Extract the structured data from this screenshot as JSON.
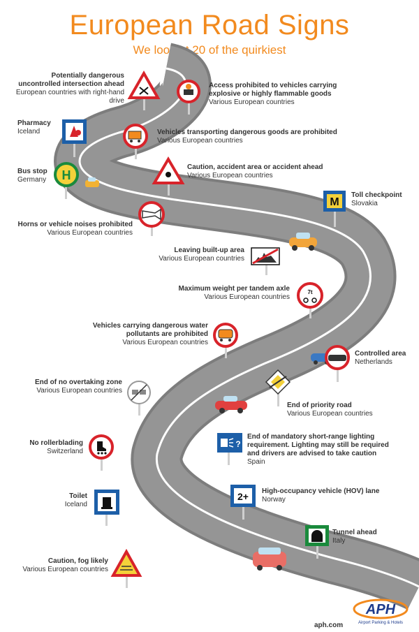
{
  "header": {
    "title": "European Road Signs",
    "subtitle": "We look at 20 of the quirkiest"
  },
  "signs": [
    {
      "title": "Potentially dangerous uncontrolled intersection ahead",
      "sub": "European countries with right-hand drive",
      "icon": "intersection-warning-sign-icon"
    },
    {
      "title": "Access prohibited to vehicles carrying explosive or highly flammable goods",
      "sub": "Various European countries",
      "icon": "explosives-prohibited-sign-icon"
    },
    {
      "title": "Pharmacy",
      "sub": "Iceland",
      "icon": "pharmacy-sign-icon"
    },
    {
      "title": "Vehicles transporting dangerous goods are prohibited",
      "sub": "Various European countries",
      "icon": "dangerous-goods-prohibited-sign-icon"
    },
    {
      "title": "Bus stop",
      "sub": "Germany",
      "icon": "bus-stop-sign-icon"
    },
    {
      "title": "Caution, accident area or accident ahead",
      "sub": "Various European countries",
      "icon": "accident-warning-sign-icon"
    },
    {
      "title": "Toll checkpoint",
      "sub": "Slovakia",
      "icon": "toll-checkpoint-sign-icon"
    },
    {
      "title": "Horns or vehicle noises prohibited",
      "sub": "Various European countries",
      "icon": "no-horn-sign-icon"
    },
    {
      "title": "Leaving built-up area",
      "sub": "Various European countries",
      "icon": "leaving-town-sign-icon"
    },
    {
      "title": "Maximum weight per tandem axle",
      "sub": "Various European countries",
      "icon": "tandem-axle-sign-icon"
    },
    {
      "title": "Vehicles carrying dangerous water pollutants are prohibited",
      "sub": "Various European countries",
      "icon": "water-pollutants-prohibited-sign-icon"
    },
    {
      "title": "Controlled area",
      "sub": "Netherlands",
      "icon": "controlled-area-sign-icon"
    },
    {
      "title": "End of no overtaking zone",
      "sub": "Various European countries",
      "icon": "end-no-overtaking-sign-icon"
    },
    {
      "title": "End of priority road",
      "sub": "Various European countries",
      "icon": "end-priority-road-sign-icon"
    },
    {
      "title": "No rollerblading",
      "sub": "Switzerland",
      "icon": "no-rollerblading-sign-icon"
    },
    {
      "title": "End of mandatory short-range lighting requirement. Lighting may still be required and drivers are advised to take caution",
      "sub": "Spain",
      "icon": "end-lighting-requirement-sign-icon"
    },
    {
      "title": "Toilet",
      "sub": "Iceland",
      "icon": "toilet-sign-icon"
    },
    {
      "title": "High-occupancy vehicle (HOV) lane",
      "sub": "Norway",
      "icon": "hov-lane-sign-icon"
    },
    {
      "title": "Tunnel ahead",
      "sub": "Italy",
      "icon": "tunnel-sign-icon"
    },
    {
      "title": "Caution, fog likely",
      "sub": "Various European countries",
      "icon": "fog-warning-sign-icon"
    }
  ],
  "sign_glyphs": {
    "toll": "M",
    "hov": "2+",
    "bus": "H",
    "axle": "7t"
  },
  "footer": {
    "url": "aph.com",
    "logo_text": "APH",
    "logo_tagline": "Airport Parking & Hotels"
  },
  "colors": {
    "accent": "#f28a1e",
    "road": "#8a8a8a",
    "road_edge": "#6e6e6e",
    "sign_red": "#d8232a",
    "sign_blue": "#1d5fa8",
    "sign_green": "#1a8a3c",
    "brand_blue": "#1d3b8c"
  }
}
